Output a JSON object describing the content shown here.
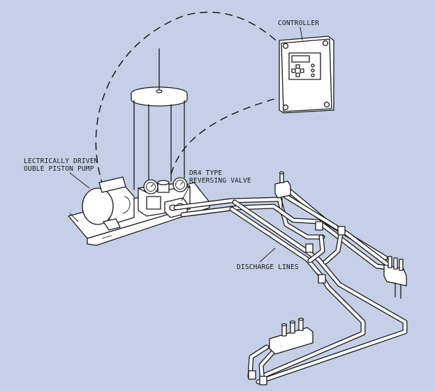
{
  "labels": {
    "controller": "CONTROLLER",
    "pump_line1": "LECTRICALLY DRIVEN",
    "pump_line2": "OUBLE PISTON PUMP",
    "valve_line1": "DR4 TYPE",
    "valve_line2": "REVERSING VALVE",
    "discharge": "DISCHARGE LINES"
  },
  "colors": {
    "background": "#c5cfe7",
    "line": "#1a1a1a",
    "fill": "#ffffff"
  }
}
